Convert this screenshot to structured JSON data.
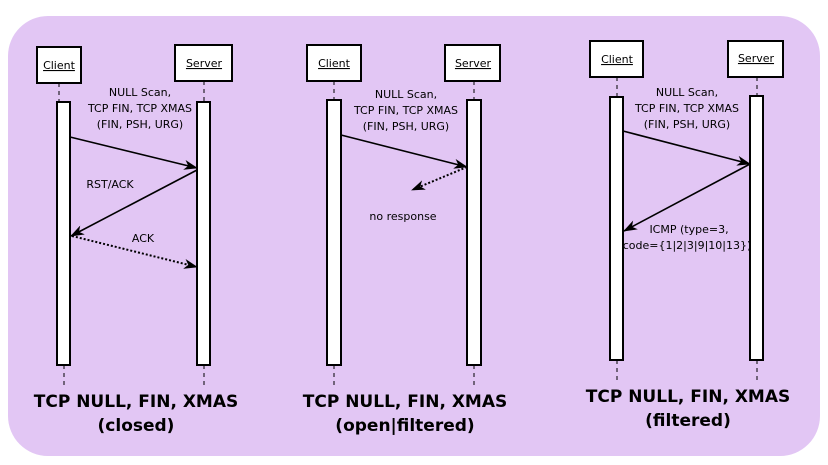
{
  "colors": {
    "background": "#e2c6f4",
    "line": "#000000"
  },
  "panels": [
    {
      "client": "Client",
      "server": "Server",
      "request": [
        "NULL Scan,",
        "TCP FIN, TCP XMAS",
        "(FIN, PSH, URG)"
      ],
      "reply1": "RST/ACK",
      "reply2": "ACK",
      "title": "TCP NULL, FIN, XMAS",
      "subtitle": "(closed)"
    },
    {
      "client": "Client",
      "server": "Server",
      "request": [
        "NULL Scan,",
        "TCP FIN, TCP XMAS",
        "(FIN, PSH, URG)"
      ],
      "reply1": "no response",
      "title": "TCP NULL, FIN, XMAS",
      "subtitle": "(open|filtered)"
    },
    {
      "client": "Client",
      "server": "Server",
      "request": [
        "NULL Scan,",
        "TCP FIN, TCP XMAS",
        "(FIN, PSH, URG)"
      ],
      "reply1": [
        "ICMP (type=3,",
        "code={1|2|3|9|10|13})"
      ],
      "title": "TCP NULL, FIN, XMAS",
      "subtitle": "(filtered)"
    }
  ]
}
